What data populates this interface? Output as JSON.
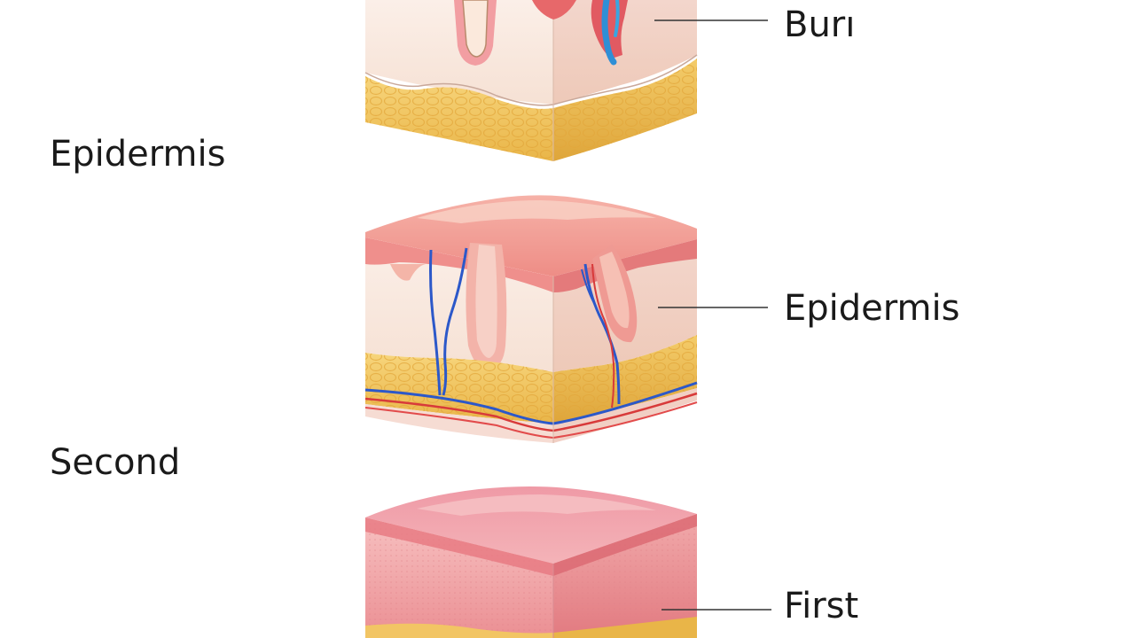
{
  "labels": {
    "left": [
      "Epidermis",
      "Second"
    ],
    "right": [
      "Burı",
      "Epidermis",
      "First"
    ]
  },
  "colors": {
    "epidermis": "#f4a3a6",
    "dermis": "#f8e6dc",
    "fat": "#f2c564",
    "vein": "#2c58c9",
    "artery": "#d83a3a",
    "leader_line": "#333333"
  }
}
